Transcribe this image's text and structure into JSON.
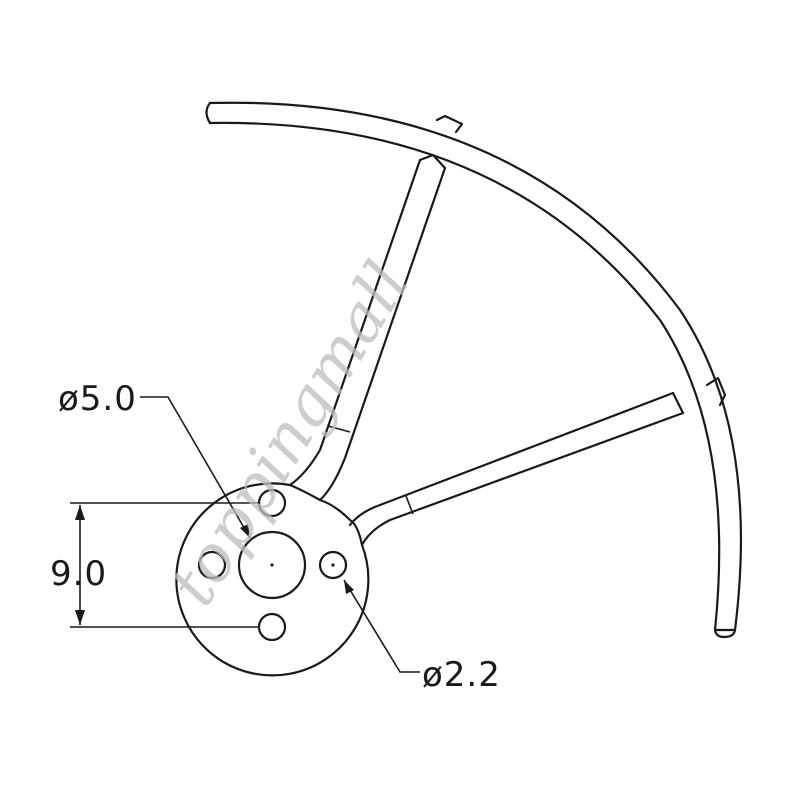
{
  "drawing": {
    "dimensions": {
      "center_hole": "ø5.0",
      "bolt_spacing": "9.0",
      "bolt_hole": "ø2.2"
    },
    "watermark": "toppingmall"
  },
  "colors": {
    "line": "#1a1a1a",
    "watermark": "#bdbdbd",
    "background": "#ffffff"
  }
}
